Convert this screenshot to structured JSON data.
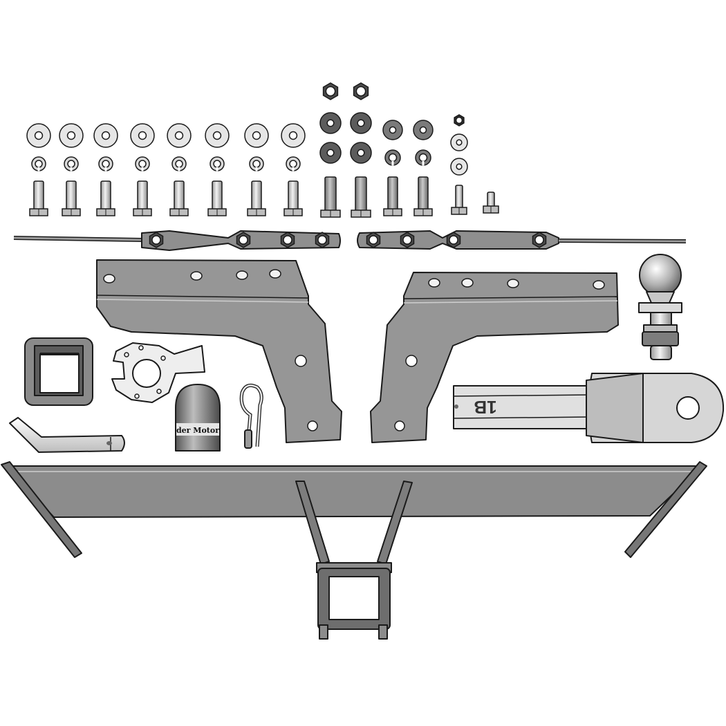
{
  "colors": {
    "outline": "#1a1a1a",
    "steel_dark": "#8c8c8c",
    "steel_mid": "#a6a6a6",
    "steel_light": "#d9d9d9",
    "washer_light": "#e6e6e6",
    "white": "#ffffff"
  },
  "parts": {
    "flat_washers_count": 8,
    "spring_washers_count": 8,
    "hex_bolts_count": 8,
    "plate_bolt_sets_count": 4
  },
  "labels": {
    "shank_marking": "1B",
    "tow_ball_cover_text": "der Motor"
  },
  "icons": {
    "flat_washer": "flat-washer-icon",
    "spring_washer": "spring-washer-icon",
    "hex_bolt": "hex-bolt-icon",
    "hex_nut": "hex-nut-icon",
    "tow_ball": "tow-ball-icon"
  }
}
